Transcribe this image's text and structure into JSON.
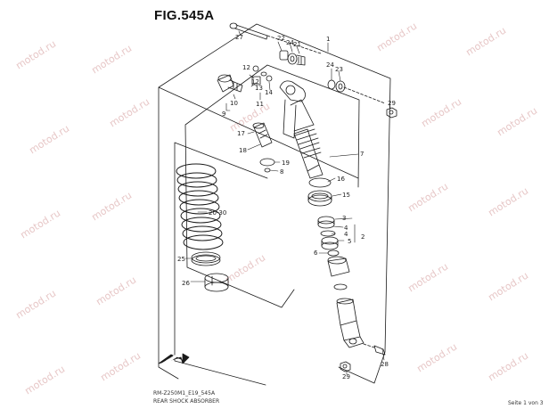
{
  "figure": {
    "title": "FIG.545A",
    "code": "RM-Z250M1_E19_545A",
    "caption": "REAR SHOCK ABSORBER",
    "page": "Seite 1 von 3"
  },
  "watermark": "motod.ru",
  "front_arrow_label": "FWD",
  "callouts": {
    "c1": "1",
    "c2": "2",
    "c3": "3",
    "c4a": "4",
    "c4b": "4",
    "c5": "5",
    "c6": "6",
    "c7": "7",
    "c8": "8",
    "c9": "9",
    "c10": "10",
    "c11": "11",
    "c12": "12",
    "c13": "13",
    "c14": "14",
    "c15": "15",
    "c16": "16",
    "c17": "17",
    "c18": "18",
    "c19": "19",
    "c20_30": "20-30",
    "c21": "21",
    "c22": "22",
    "c23": "23",
    "c24a": "24",
    "c24b": "24",
    "c25": "25",
    "c26": "26",
    "c27": "27",
    "c28": "28",
    "c29a": "29",
    "c29b": "29"
  },
  "colors": {
    "line": "#1a1a1a",
    "watermark": "#e7c7c7"
  }
}
